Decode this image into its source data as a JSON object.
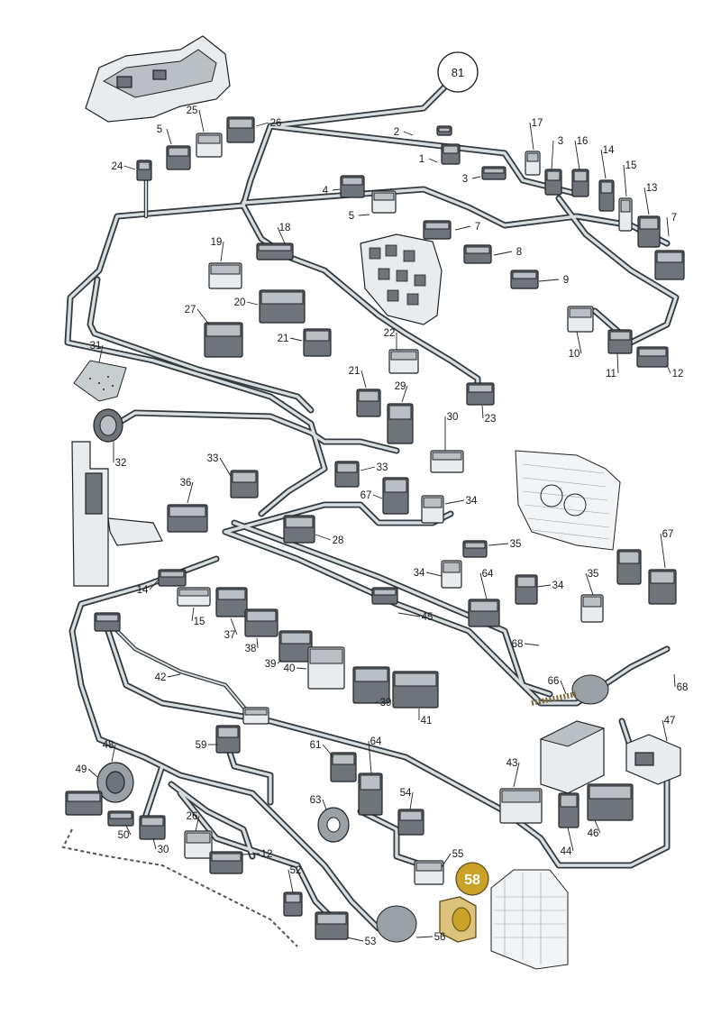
{
  "diagram": {
    "reference_number": "81",
    "highlighted_part": "58",
    "highlight_color": "#c9a227",
    "harness_color": "#333a40",
    "part_labels": [
      {
        "id": "l1",
        "text": "1"
      },
      {
        "id": "l2",
        "text": "2"
      },
      {
        "id": "l3a",
        "text": "3"
      },
      {
        "id": "l3b",
        "text": "3"
      },
      {
        "id": "l4",
        "text": "4"
      },
      {
        "id": "l5a",
        "text": "5"
      },
      {
        "id": "l5b",
        "text": "5"
      },
      {
        "id": "l7a",
        "text": "7"
      },
      {
        "id": "l7b",
        "text": "7"
      },
      {
        "id": "l8",
        "text": "8"
      },
      {
        "id": "l9",
        "text": "9"
      },
      {
        "id": "l10",
        "text": "10"
      },
      {
        "id": "l11",
        "text": "11"
      },
      {
        "id": "l12a",
        "text": "12"
      },
      {
        "id": "l12b",
        "text": "12"
      },
      {
        "id": "l13",
        "text": "13"
      },
      {
        "id": "l14a",
        "text": "14"
      },
      {
        "id": "l14b",
        "text": "14"
      },
      {
        "id": "l15a",
        "text": "15"
      },
      {
        "id": "l15b",
        "text": "15"
      },
      {
        "id": "l16",
        "text": "16"
      },
      {
        "id": "l17",
        "text": "17"
      },
      {
        "id": "l18",
        "text": "18"
      },
      {
        "id": "l19",
        "text": "19"
      },
      {
        "id": "l20",
        "text": "20"
      },
      {
        "id": "l21a",
        "text": "21"
      },
      {
        "id": "l21b",
        "text": "21"
      },
      {
        "id": "l22",
        "text": "22"
      },
      {
        "id": "l23",
        "text": "23"
      },
      {
        "id": "l24",
        "text": "24"
      },
      {
        "id": "l25",
        "text": "25"
      },
      {
        "id": "l26a",
        "text": "26"
      },
      {
        "id": "l26b",
        "text": "26"
      },
      {
        "id": "l27",
        "text": "27"
      },
      {
        "id": "l28",
        "text": "28"
      },
      {
        "id": "l29",
        "text": "29"
      },
      {
        "id": "l30a",
        "text": "30"
      },
      {
        "id": "l30b",
        "text": "30"
      },
      {
        "id": "l31",
        "text": "31"
      },
      {
        "id": "l32",
        "text": "32"
      },
      {
        "id": "l33a",
        "text": "33"
      },
      {
        "id": "l33b",
        "text": "33"
      },
      {
        "id": "l34a",
        "text": "34"
      },
      {
        "id": "l34b",
        "text": "34"
      },
      {
        "id": "l34c",
        "text": "34"
      },
      {
        "id": "l35a",
        "text": "35"
      },
      {
        "id": "l35b",
        "text": "35"
      },
      {
        "id": "l36",
        "text": "36"
      },
      {
        "id": "l37",
        "text": "37"
      },
      {
        "id": "l38",
        "text": "38"
      },
      {
        "id": "l39a",
        "text": "39"
      },
      {
        "id": "l39b",
        "text": "39"
      },
      {
        "id": "l40",
        "text": "40"
      },
      {
        "id": "l41",
        "text": "41"
      },
      {
        "id": "l42",
        "text": "42"
      },
      {
        "id": "l43",
        "text": "43"
      },
      {
        "id": "l44",
        "text": "44"
      },
      {
        "id": "l45",
        "text": "45"
      },
      {
        "id": "l46",
        "text": "46"
      },
      {
        "id": "l47",
        "text": "47"
      },
      {
        "id": "l48",
        "text": "48"
      },
      {
        "id": "l49",
        "text": "49"
      },
      {
        "id": "l50",
        "text": "50"
      },
      {
        "id": "l52",
        "text": "52"
      },
      {
        "id": "l53",
        "text": "53"
      },
      {
        "id": "l54",
        "text": "54"
      },
      {
        "id": "l55",
        "text": "55"
      },
      {
        "id": "l56",
        "text": "56"
      },
      {
        "id": "l59",
        "text": "59"
      },
      {
        "id": "l61",
        "text": "61"
      },
      {
        "id": "l63",
        "text": "63"
      },
      {
        "id": "l64a",
        "text": "64"
      },
      {
        "id": "l64b",
        "text": "64"
      },
      {
        "id": "l66",
        "text": "66"
      },
      {
        "id": "l67a",
        "text": "67"
      },
      {
        "id": "l67b",
        "text": "67"
      },
      {
        "id": "l68a",
        "text": "68"
      },
      {
        "id": "l68b",
        "text": "68"
      }
    ]
  }
}
